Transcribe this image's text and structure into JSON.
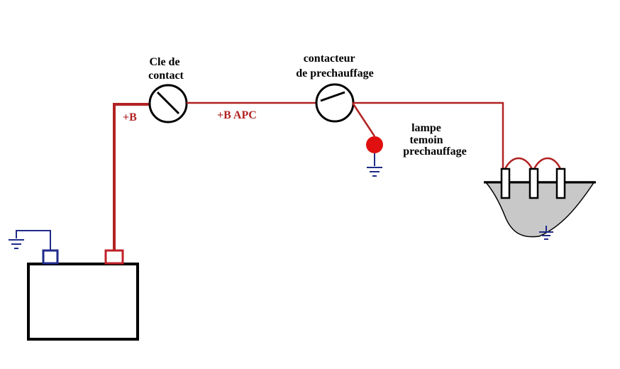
{
  "labels": {
    "key_switch": [
      "Cle de",
      "contact"
    ],
    "preheat_switch": [
      "contacteur",
      "de prechauffage"
    ],
    "battery_plus": "+B",
    "plus_apc": "+B APC",
    "lamp": [
      "lampe",
      "temoin",
      "prechauffage"
    ]
  },
  "colors": {
    "wire": "#b22222",
    "ground": "#1f2a8a",
    "lamp": "#e01010",
    "engine": "#c8c8c8",
    "outline": "#000000"
  }
}
